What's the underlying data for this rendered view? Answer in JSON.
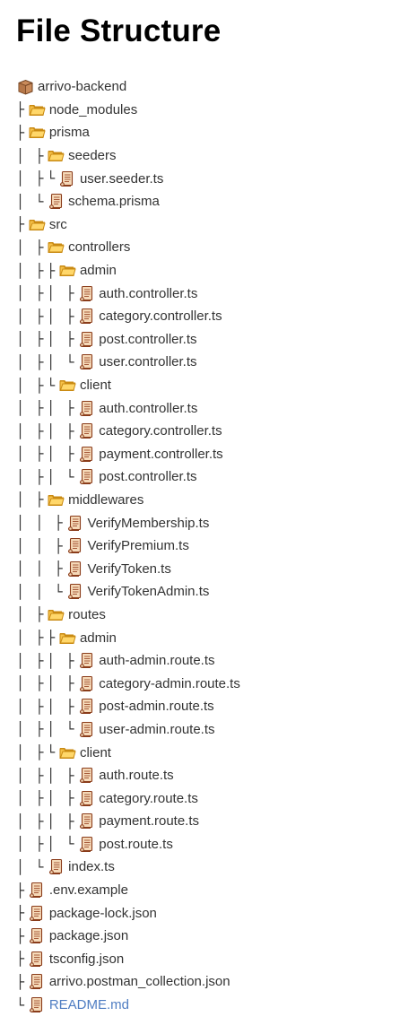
{
  "title": "File Structure",
  "colors": {
    "folder": "#e8a317",
    "scroll": "#a6582f",
    "link": "#4f7dc2"
  },
  "tree": [
    {
      "prefix": "",
      "icon": "package-icon",
      "name": "arrivo-backend"
    },
    {
      "prefix": "├ ",
      "icon": "folder-icon",
      "name": "node_modules"
    },
    {
      "prefix": "├ ",
      "icon": "folder-icon",
      "name": "prisma"
    },
    {
      "prefix": "│   ├ ",
      "icon": "folder-icon",
      "name": "seeders"
    },
    {
      "prefix": "│   ├ └ ",
      "icon": "scroll-icon",
      "name": "user.seeder.ts"
    },
    {
      "prefix": "│   └ ",
      "icon": "scroll-icon",
      "name": "schema.prisma"
    },
    {
      "prefix": "├ ",
      "icon": "folder-icon",
      "name": "src"
    },
    {
      "prefix": "│   ├ ",
      "icon": "folder-icon",
      "name": "controllers"
    },
    {
      "prefix": "│   ├ ├ ",
      "icon": "folder-icon",
      "name": "admin"
    },
    {
      "prefix": "│   ├ │   ├ ",
      "icon": "scroll-icon",
      "name": "auth.controller.ts"
    },
    {
      "prefix": "│   ├ │   ├ ",
      "icon": "scroll-icon",
      "name": "category.controller.ts"
    },
    {
      "prefix": "│   ├ │   ├ ",
      "icon": "scroll-icon",
      "name": "post.controller.ts"
    },
    {
      "prefix": "│   ├ │   └ ",
      "icon": "scroll-icon",
      "name": "user.controller.ts"
    },
    {
      "prefix": "│   ├ └ ",
      "icon": "folder-icon",
      "name": "client"
    },
    {
      "prefix": "│   ├ │   ├ ",
      "icon": "scroll-icon",
      "name": "auth.controller.ts"
    },
    {
      "prefix": "│   ├ │   ├ ",
      "icon": "scroll-icon",
      "name": "category.controller.ts"
    },
    {
      "prefix": "│   ├ │   ├ ",
      "icon": "scroll-icon",
      "name": "payment.controller.ts"
    },
    {
      "prefix": "│   ├ │   └ ",
      "icon": "scroll-icon",
      "name": "post.controller.ts"
    },
    {
      "prefix": "│   ├ ",
      "icon": "folder-icon",
      "name": "middlewares"
    },
    {
      "prefix": "│   │   ├ ",
      "icon": "scroll-icon",
      "name": "VerifyMembership.ts"
    },
    {
      "prefix": "│   │   ├ ",
      "icon": "scroll-icon",
      "name": "VerifyPremium.ts"
    },
    {
      "prefix": "│   │   ├ ",
      "icon": "scroll-icon",
      "name": "VerifyToken.ts"
    },
    {
      "prefix": "│   │   └ ",
      "icon": "scroll-icon",
      "name": "VerifyTokenAdmin.ts"
    },
    {
      "prefix": "│   ├ ",
      "icon": "folder-icon",
      "name": "routes"
    },
    {
      "prefix": "│   ├ ├ ",
      "icon": "folder-icon",
      "name": "admin"
    },
    {
      "prefix": "│   ├ │   ├ ",
      "icon": "scroll-icon",
      "name": "auth-admin.route.ts"
    },
    {
      "prefix": "│   ├ │   ├ ",
      "icon": "scroll-icon",
      "name": "category-admin.route.ts"
    },
    {
      "prefix": "│   ├ │   ├ ",
      "icon": "scroll-icon",
      "name": "post-admin.route.ts"
    },
    {
      "prefix": "│   ├ │   └ ",
      "icon": "scroll-icon",
      "name": "user-admin.route.ts"
    },
    {
      "prefix": "│   ├ └ ",
      "icon": "folder-icon",
      "name": "client"
    },
    {
      "prefix": "│   ├ │   ├ ",
      "icon": "scroll-icon",
      "name": "auth.route.ts"
    },
    {
      "prefix": "│   ├ │   ├ ",
      "icon": "scroll-icon",
      "name": "category.route.ts"
    },
    {
      "prefix": "│   ├ │   ├ ",
      "icon": "scroll-icon",
      "name": "payment.route.ts"
    },
    {
      "prefix": "│   ├ │   └ ",
      "icon": "scroll-icon",
      "name": "post.route.ts"
    },
    {
      "prefix": "│   └ ",
      "icon": "scroll-icon",
      "name": "index.ts"
    },
    {
      "prefix": "├ ",
      "icon": "scroll-icon",
      "name": ".env.example"
    },
    {
      "prefix": "├ ",
      "icon": "scroll-icon",
      "name": "package-lock.json"
    },
    {
      "prefix": "├ ",
      "icon": "scroll-icon",
      "name": "package.json"
    },
    {
      "prefix": "├ ",
      "icon": "scroll-icon",
      "name": "tsconfig.json"
    },
    {
      "prefix": "├ ",
      "icon": "scroll-icon",
      "name": "arrivo.postman_collection.json"
    },
    {
      "prefix": "└ ",
      "icon": "scroll-icon",
      "name": "README.md",
      "link": true
    }
  ]
}
